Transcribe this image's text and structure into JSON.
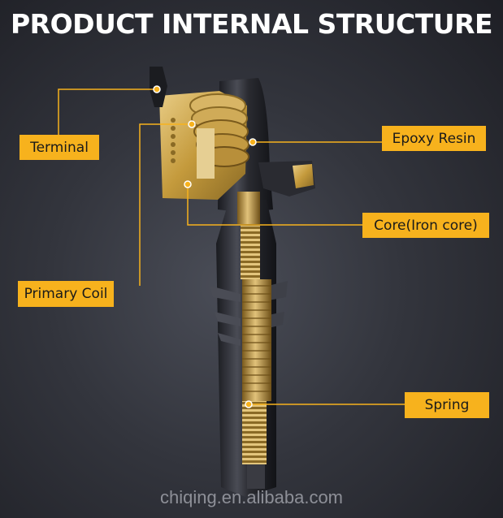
{
  "title": "PRODUCT INTERNAL STRUCTURE",
  "labels": {
    "terminal": "Terminal",
    "epoxy_resin": "Epoxy Resin",
    "core": "Core(Iron core)",
    "primary_coil": "Primary Coil",
    "spring": "Spring"
  },
  "watermark": "chiqing.en.alibaba.com",
  "colors": {
    "label_bg": "#f7b21d",
    "leader_line": "#f7b21d",
    "gold": "#c9a24a",
    "background": "#33353d"
  }
}
